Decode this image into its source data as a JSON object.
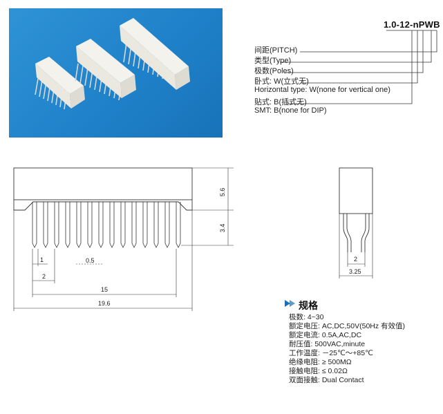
{
  "part_code": "1.0-12-nPWB",
  "config_lines": [
    "间距(PITCH)",
    "类型(Type)",
    "极数(Poles)",
    "卧式: W(立式无)",
    "Horizontal type: W(none for vertical one)",
    "贴式: B(插式无)",
    "SMT: B(none for DIP)"
  ],
  "dimensions": {
    "height_body": "5.6",
    "height_pins": "3.4",
    "pitch_1": "1",
    "pin_width": "0.5",
    "pitch_2": "2",
    "span_15": "15",
    "overall_196": "19.6",
    "side_2": "2",
    "side_325": "3.25"
  },
  "spec": {
    "title": "规格",
    "lines": [
      "极数: 4~30",
      "额定电压: AC,DC,50V(50Hz 有效值)",
      "额定电流: 0.5A,AC,DC",
      "耐压值: 500VAC,minute",
      "工作温度: －25℃～+85℃",
      "绝缘电阻: ≥ 500MΩ",
      "接触电阻: ≤ 0.02Ω",
      "双面接触: Dual Contact"
    ]
  },
  "colors": {
    "photo_bg": "#1e80c8",
    "connector": "#f2f0ea",
    "arrow": "#1a6fb5"
  }
}
